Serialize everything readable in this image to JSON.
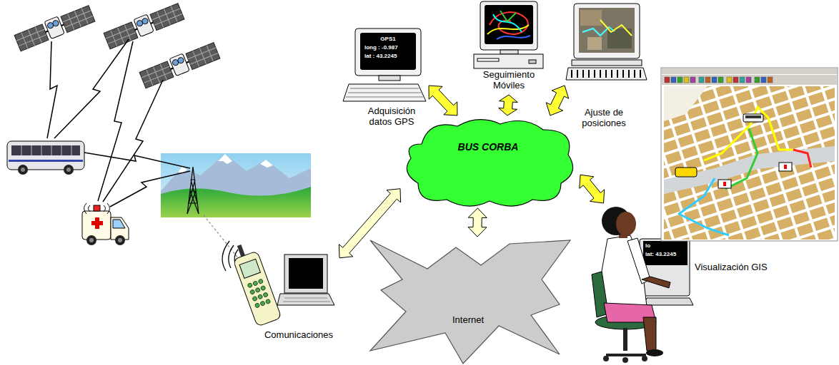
{
  "diagram": {
    "nodes": [
      {
        "text": [
          "GPS1",
          "long : -0.987",
          "lat : 43.2245",
          "Adquisición datos GPS"
        ]
      },
      {
        "text": [
          "Seguimiento Móviles"
        ]
      },
      {
        "text": [
          "Ajuste de posiciones"
        ]
      },
      {
        "text": [
          "BUS CORBA"
        ]
      },
      {
        "text": [
          "Comunicaciones"
        ]
      },
      {
        "text": [
          "Internet"
        ]
      },
      {
        "text": [
          "lo",
          "lat: 43.2245",
          "Visualización GIS"
        ]
      }
    ],
    "edges": [
      {
        "from": 3,
        "to": 0,
        "arrow": "both"
      },
      {
        "from": 3,
        "to": 1,
        "arrow": "both"
      },
      {
        "from": 3,
        "to": 2,
        "arrow": "both"
      },
      {
        "from": 3,
        "to": 4,
        "arrow": "both"
      },
      {
        "from": 3,
        "to": 5,
        "arrow": "both"
      },
      {
        "from": 3,
        "to": 6,
        "arrow": "both"
      }
    ]
  }
}
